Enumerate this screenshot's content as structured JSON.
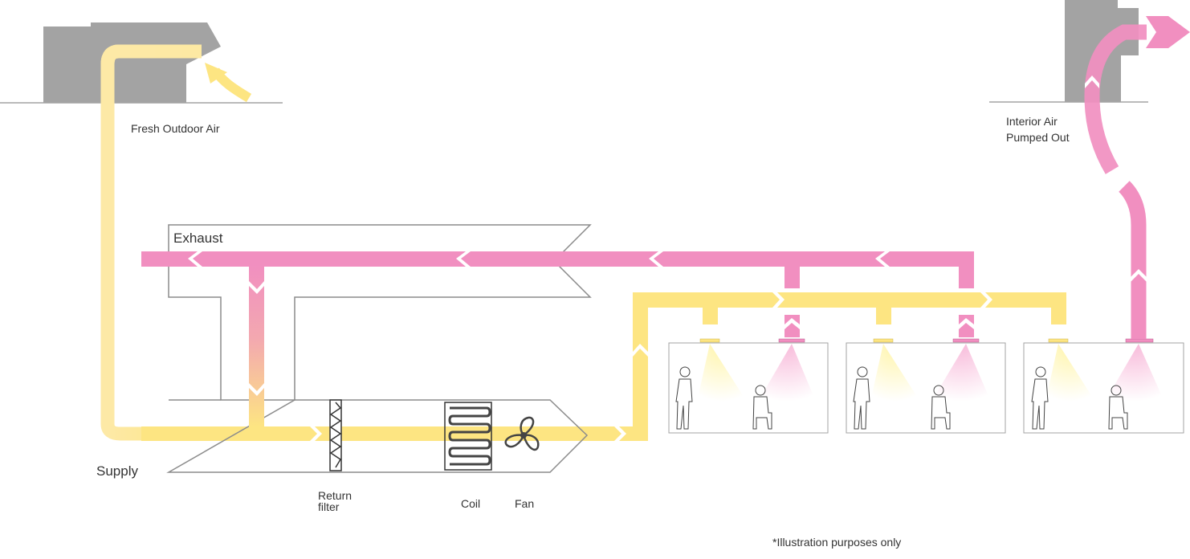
{
  "labels": {
    "fresh_outdoor_air": "Fresh Outdoor Air",
    "interior_air_line1": "Interior Air",
    "interior_air_line2": "Pumped Out",
    "exhaust": "Exhaust",
    "supply": "Supply",
    "return_filter_line1": "Return",
    "return_filter_line2": "filter",
    "coil": "Coil",
    "fan": "Fan",
    "footnote": "*Illustration purposes only"
  },
  "colors": {
    "supply_air": "#fde582",
    "exhaust_air": "#f18fc0",
    "building": "#a3a3a3",
    "outline": "#8c8c8c",
    "text": "#333333"
  },
  "rooms": [
    {
      "id": "room-1"
    },
    {
      "id": "room-2"
    },
    {
      "id": "room-3"
    }
  ]
}
